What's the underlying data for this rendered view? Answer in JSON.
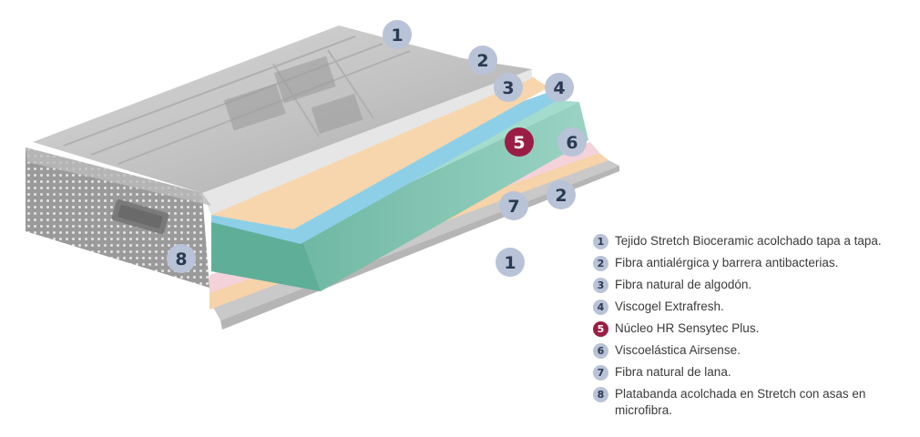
{
  "colors": {
    "marker": "#b9c3d8",
    "marker_accent": "#9b1d45",
    "layer_fabric": "#c9c9c9",
    "layer_fiber": "#f1f1f1",
    "layer_cotton": "#f7d6ad",
    "layer_viscogel": "#8ecfe8",
    "layer_core": "#7fc3b0",
    "layer_visco": "#f3d2da",
    "layer_wool": "#f6d3a8"
  },
  "markers": [
    {
      "number": "1"
    },
    {
      "number": "2"
    },
    {
      "number": "3"
    },
    {
      "number": "4"
    },
    {
      "number": "5"
    },
    {
      "number": "6"
    },
    {
      "number": "2"
    },
    {
      "number": "7"
    },
    {
      "number": "1"
    },
    {
      "number": "8"
    }
  ],
  "legend": [
    {
      "number": "1",
      "text": "Tejido Stretch Bioceramic acolchado tapa a tapa."
    },
    {
      "number": "2",
      "text": "Fibra antialérgica y barrera antibacterias."
    },
    {
      "number": "3",
      "text": "Fibra natural de algodón."
    },
    {
      "number": "4",
      "text": "Viscogel Extrafresh."
    },
    {
      "number": "5",
      "text": "Núcleo HR Sensytec Plus.",
      "accent": true
    },
    {
      "number": "6",
      "text": "Viscoelástica Airsense."
    },
    {
      "number": "7",
      "text": "Fibra natural de lana."
    },
    {
      "number": "8",
      "text": "Platabanda acolchada en Stretch con asas en microfibra."
    }
  ]
}
